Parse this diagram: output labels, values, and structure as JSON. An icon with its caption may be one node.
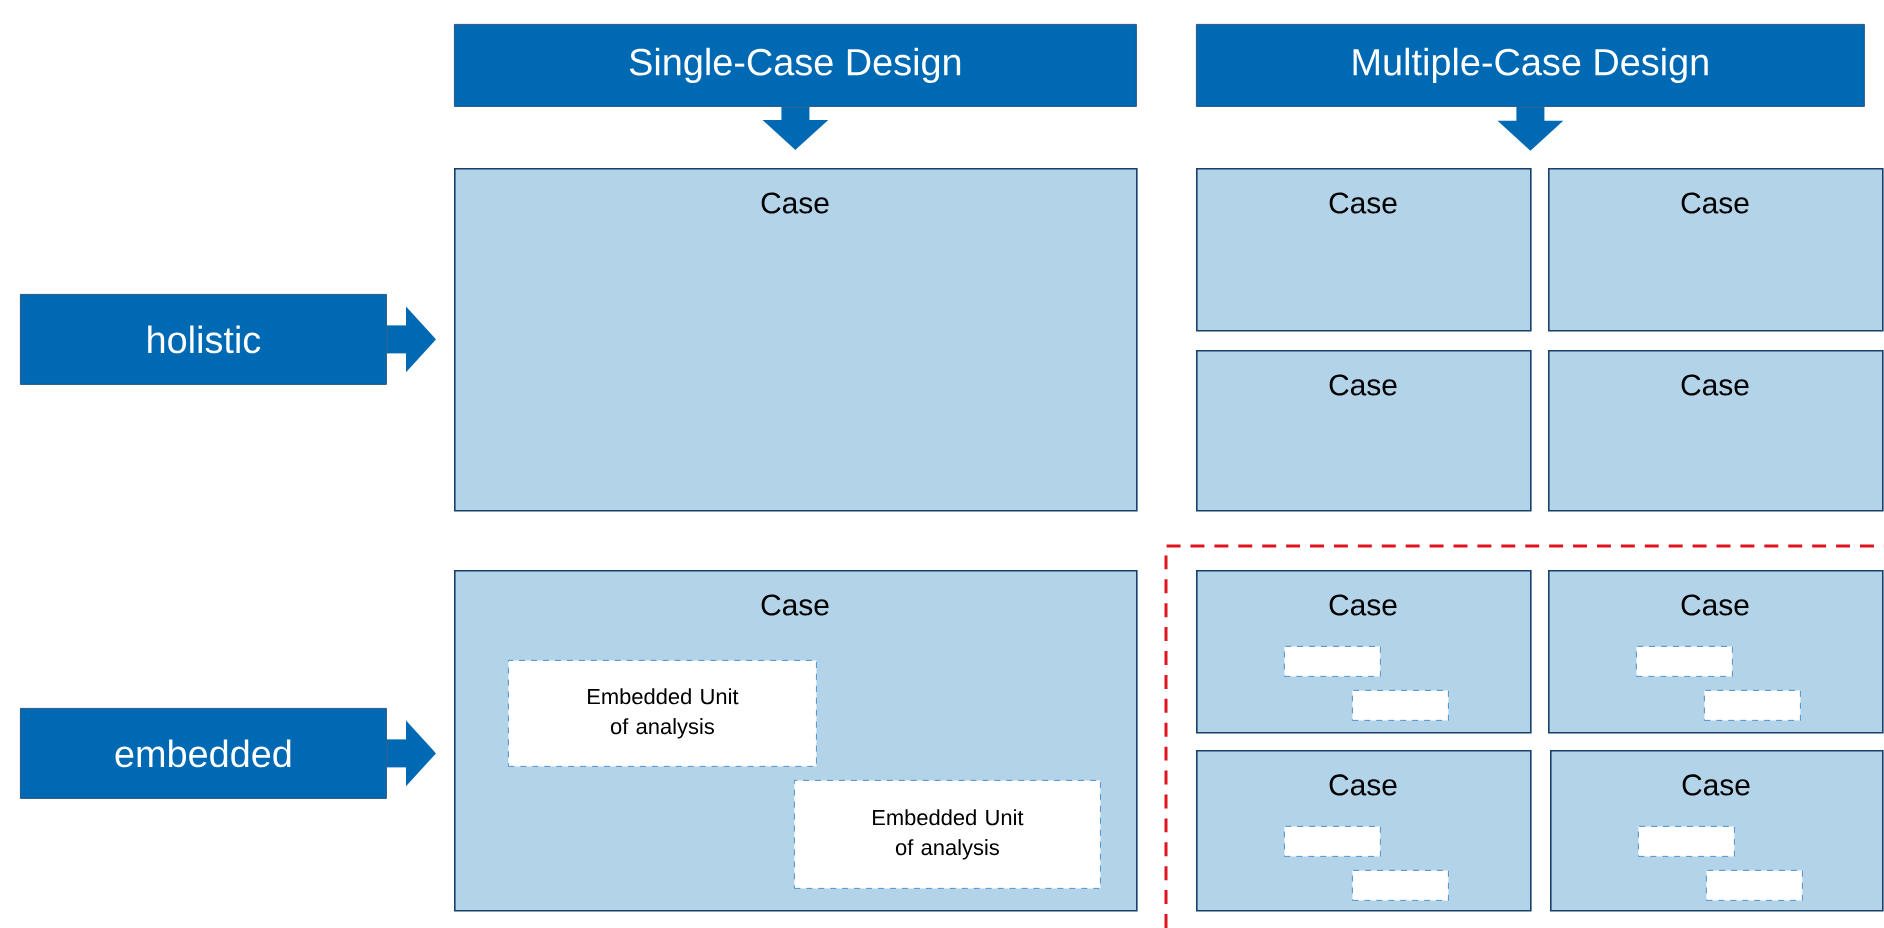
{
  "diagram": {
    "nodes": [
      {
        "text": [
          "Single-Case Design"
        ]
      },
      {
        "text": [
          "Multiple-Case Design"
        ]
      },
      {
        "text": [
          "holistic"
        ]
      },
      {
        "text": [
          "Case"
        ]
      },
      {
        "text": [
          "Case"
        ]
      },
      {
        "text": [
          "Case"
        ]
      },
      {
        "text": [
          "Case"
        ]
      },
      {
        "text": [
          "Case"
        ]
      },
      {
        "text": [
          "embedded"
        ]
      },
      {
        "text": [
          "Case"
        ]
      },
      {
        "text": [
          "Embedded Unit of analysis"
        ],
        "in": 9
      },
      {
        "text": [
          "Embedded Unit of analysis"
        ],
        "in": 9
      },
      {
        "text": [],
        "shape": "box"
      },
      {
        "text": [
          "Case"
        ],
        "in": 12
      },
      {
        "text": [],
        "shape": "box",
        "in": 13
      },
      {
        "text": [],
        "shape": "box",
        "in": 13
      },
      {
        "text": [
          "Case"
        ],
        "in": 12
      },
      {
        "text": [],
        "shape": "box",
        "in": 16
      },
      {
        "text": [],
        "shape": "box",
        "in": 16
      },
      {
        "text": [
          "Case"
        ],
        "in": 12
      },
      {
        "text": [],
        "shape": "box",
        "in": 19
      },
      {
        "text": [],
        "shape": "box",
        "in": 19
      },
      {
        "text": [
          "Case"
        ],
        "in": 12
      },
      {
        "text": [],
        "shape": "box",
        "in": 22
      },
      {
        "text": [],
        "shape": "box",
        "in": 22
      }
    ],
    "edges": [
      {
        "from": 0,
        "to": 3,
        "arrow": "to"
      },
      {
        "from": 1,
        "to": null,
        "arrow": "to"
      },
      {
        "from": 2,
        "to": 3,
        "arrow": "to"
      },
      {
        "from": 8,
        "to": 9,
        "arrow": "to"
      }
    ]
  }
}
